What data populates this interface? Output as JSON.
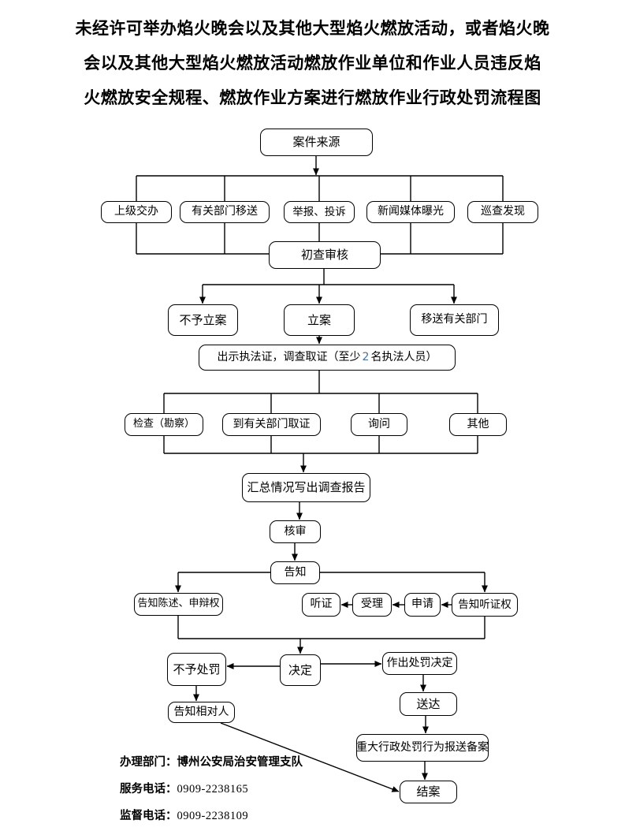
{
  "title": {
    "lines": [
      "未经许可举办焰火晚会以及其他大型焰火燃放活动，或者焰火晚",
      "会以及其他大型焰火燃放活动燃放作业单位和作业人员违反焰",
      "火燃放安全规程、燃放作业方案进行燃放作业行政处罚流程图"
    ]
  },
  "nodes": {
    "case_source": "案件来源",
    "superior_assign": "上级交办",
    "dept_transfer": "有关部门移送",
    "report_complaint": "举报、投诉",
    "media_exposure": "新闻媒体曝光",
    "patrol_discovery": "巡查发现",
    "initial_review": "初查审核",
    "no_filing": "不予立案",
    "filing": "立案",
    "transfer_to_dept": "移送有关部门",
    "inspect_survey": "检查（勘察）",
    "dept_evidence": "到有关部门取证",
    "inquiry": "询问",
    "other": "其他",
    "summary_report": "汇总情况写出调查报告",
    "review": "核审",
    "notify": "告知",
    "notify_statement": "告知陈述、申辩权",
    "hearing": "听证",
    "accept": "受理",
    "apply": "申请",
    "notify_hearing_right": "告知听证权",
    "decision": "决定",
    "no_punishment": "不予处罚",
    "punishment_decision": "作出处罚决定",
    "notify_party": "告知相对人",
    "deliver": "送达",
    "major_record": "重大行政处罚行为报送备案",
    "close_case": "结案"
  },
  "evidence_box": {
    "pre": "出示执法证，调查取证（至少",
    "number": "2",
    "post": "名执法人员）"
  },
  "footer": {
    "dept_label": "办理部门：",
    "dept_value": "博州公安局治安管理支队",
    "service_label": "服务电话：",
    "service_value": "0909-2238165",
    "supervise_label": "监督电话：",
    "supervise_value": "0909-2238109"
  },
  "colors": {
    "accent_number": "#4a7296",
    "line": "#000000",
    "box_border": "#000000",
    "background": "#ffffff"
  }
}
